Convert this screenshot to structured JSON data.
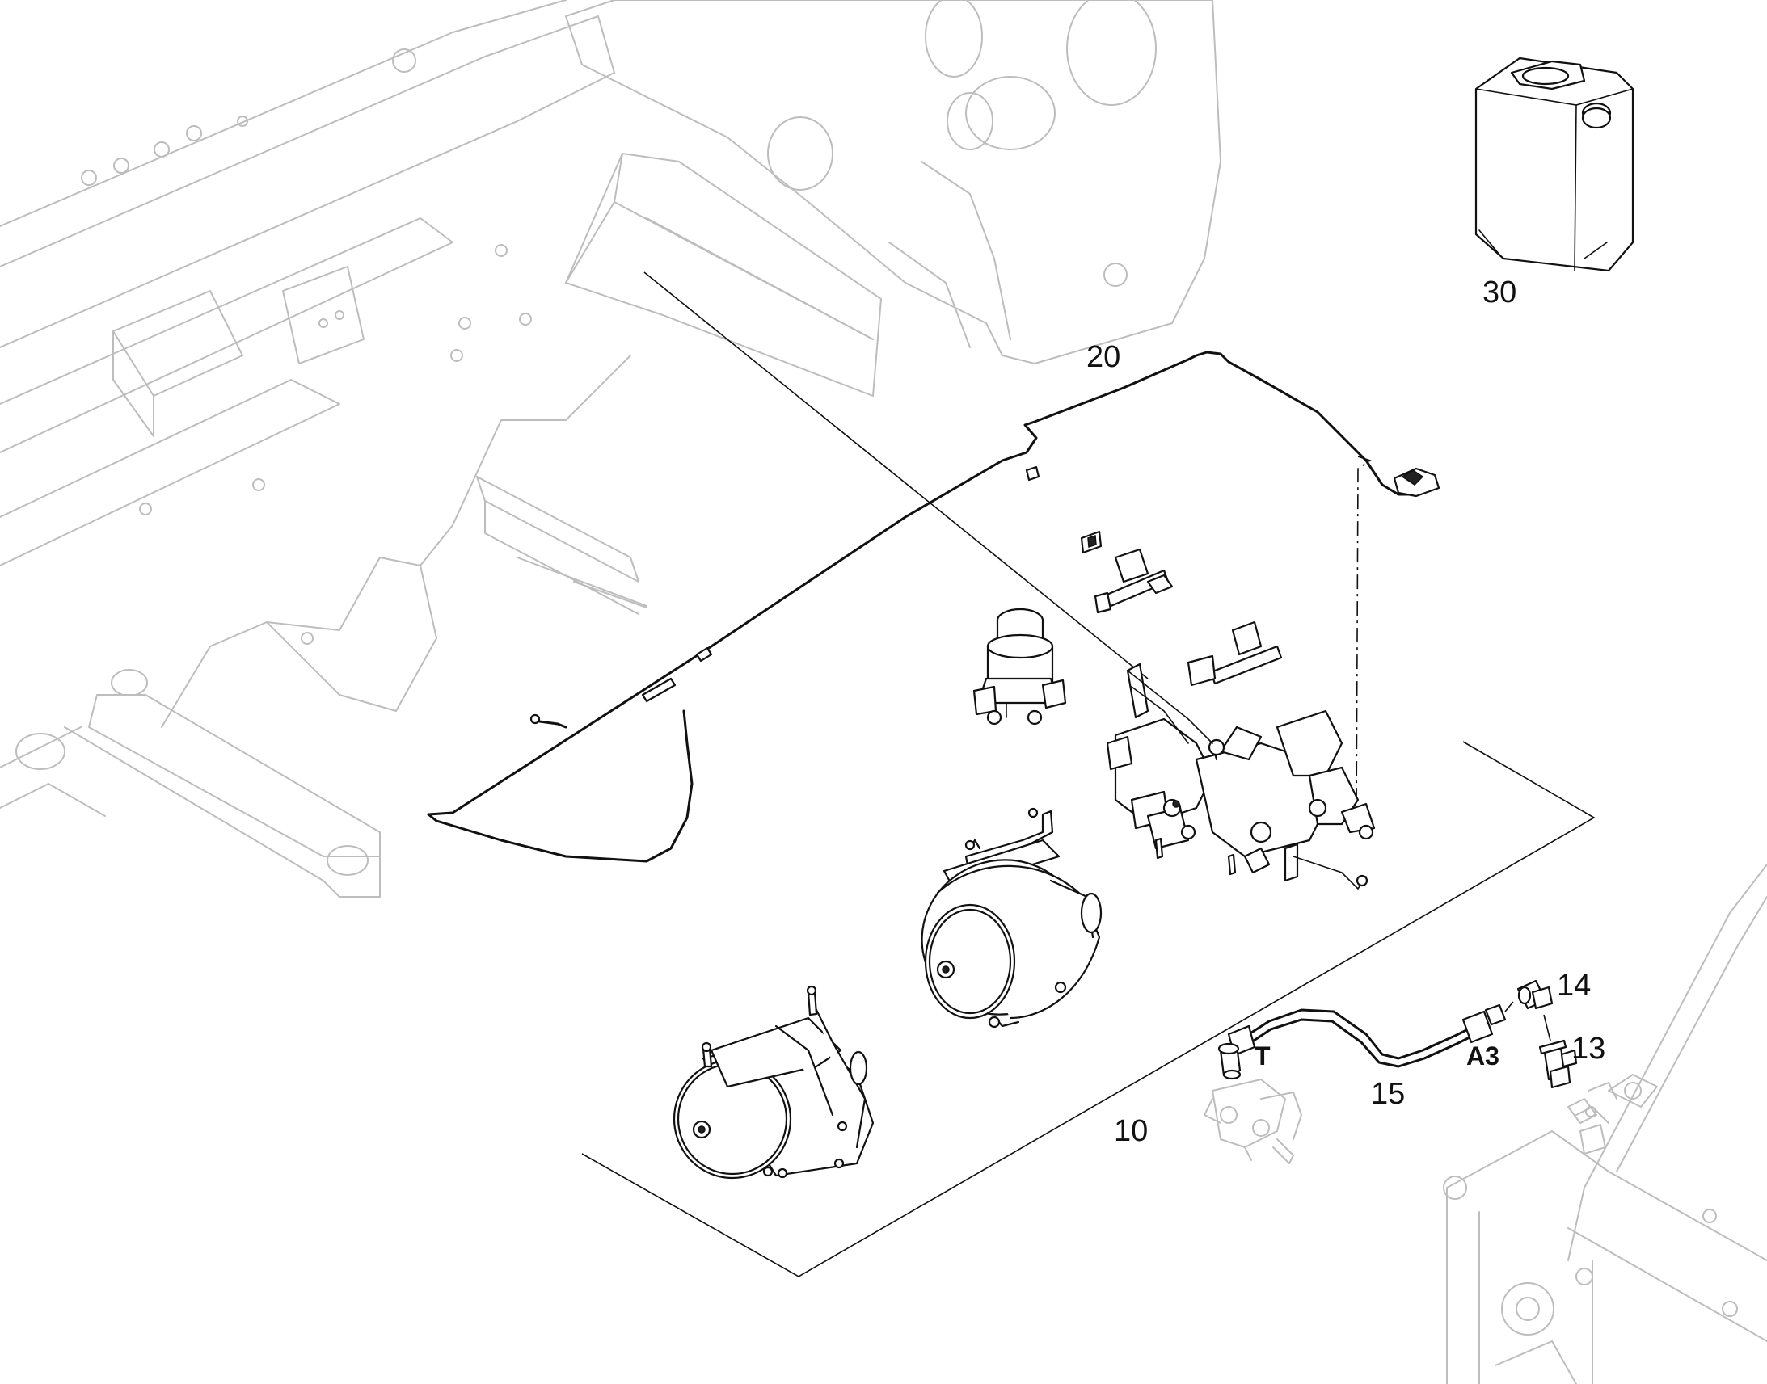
{
  "diagram": {
    "callouts": [
      {
        "id": "10",
        "text": "10"
      },
      {
        "id": "13",
        "text": "13"
      },
      {
        "id": "14",
        "text": "14"
      },
      {
        "id": "15",
        "text": "15"
      },
      {
        "id": "20",
        "text": "20"
      },
      {
        "id": "30",
        "text": "30"
      }
    ],
    "port_labels": {
      "t": "T",
      "a3": "A3"
    },
    "colors": {
      "line": "#111111",
      "background_structure": "#bdbdbd",
      "background": "#ffffff"
    }
  }
}
